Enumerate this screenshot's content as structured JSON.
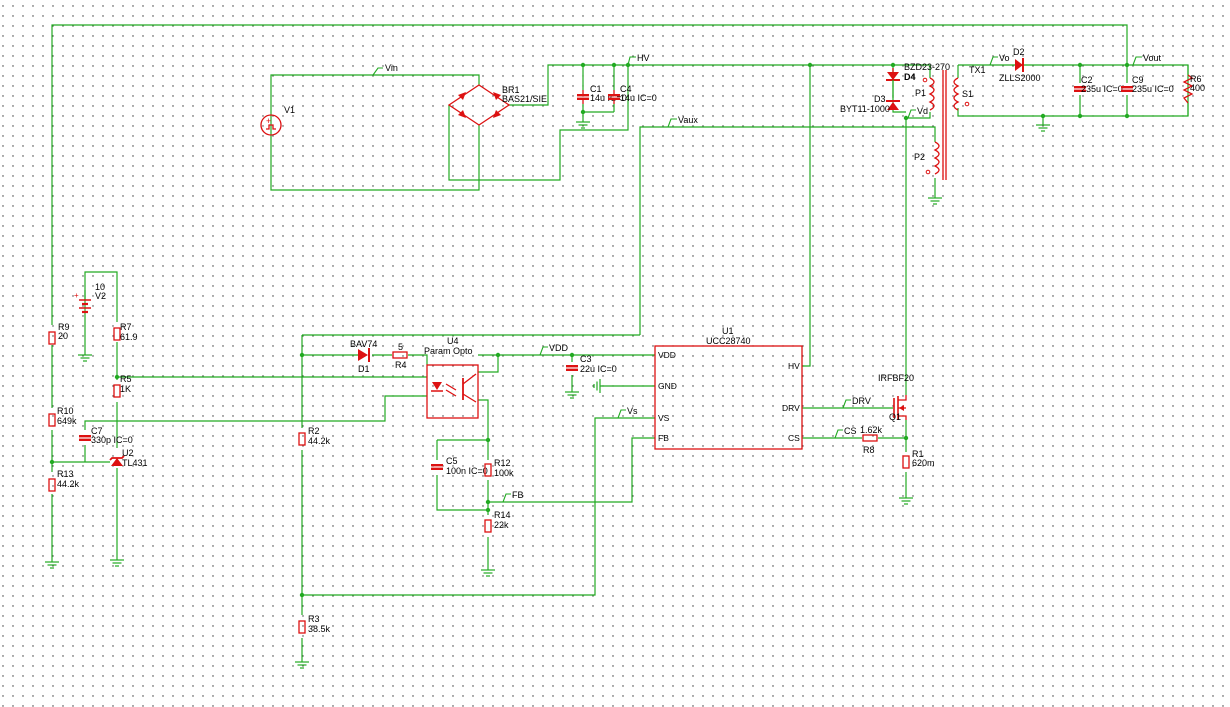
{
  "schematic": {
    "nets": {
      "vin": "Vin",
      "hv": "HV",
      "vaux": "Vaux",
      "vo": "Vo",
      "vout": "Vout",
      "vd": "Vd",
      "vdd": "VDD",
      "vs": "Vs",
      "fb": "FB",
      "drv": "DRV",
      "cs": "CS"
    },
    "components": {
      "v1": {
        "ref": "V1"
      },
      "br1": {
        "ref": "BR1",
        "value": "BAS21/SIE"
      },
      "c1": {
        "ref": "C1",
        "value": "14u IC=0"
      },
      "c4": {
        "ref": "C4",
        "value": "14u IC=0"
      },
      "d4": {
        "ref": "D4",
        "value": "BZD23-270"
      },
      "d3": {
        "ref": "D3",
        "value": "BYT11-1000"
      },
      "tx1": {
        "ref": "TX1",
        "p1": "P1",
        "p2": "P2",
        "s1": "S1"
      },
      "d2": {
        "ref": "D2",
        "value": "ZLLS2000"
      },
      "c2": {
        "ref": "C2",
        "value": "235u IC=0"
      },
      "c9": {
        "ref": "C9",
        "value": "235u IC=0"
      },
      "r6": {
        "ref": "R6",
        "value": "400"
      },
      "v2": {
        "ref": "V2",
        "value": "10"
      },
      "r9": {
        "ref": "R9",
        "value": "20"
      },
      "r7": {
        "ref": "R7",
        "value": "61.9"
      },
      "r5": {
        "ref": "R5",
        "value": "1K"
      },
      "r10": {
        "ref": "R10",
        "value": "649k"
      },
      "c7": {
        "ref": "C7",
        "value": "330p IC=0"
      },
      "u2": {
        "ref": "U2",
        "value": "TL431"
      },
      "r13": {
        "ref": "R13",
        "value": "44.2k"
      },
      "d1": {
        "ref": "D1",
        "value": "BAV74"
      },
      "r4": {
        "ref": "R4",
        "value": "5"
      },
      "u4": {
        "ref": "U4",
        "value": "Param Opto"
      },
      "r2": {
        "ref": "R2",
        "value": "44.2k"
      },
      "r3": {
        "ref": "R3",
        "value": "38.5k"
      },
      "c5": {
        "ref": "C5",
        "value": "100n IC=0"
      },
      "r12": {
        "ref": "R12",
        "value": "100k"
      },
      "r14": {
        "ref": "R14",
        "value": "22k"
      },
      "c3": {
        "ref": "C3",
        "value": "22u IC=0"
      },
      "u1": {
        "ref": "U1",
        "value": "UCC28740",
        "pins": {
          "vdd": "VDD",
          "gnd": "GND",
          "vs": "VS",
          "fb": "FB",
          "hv": "HV",
          "drv": "DRV",
          "cs": "CS"
        }
      },
      "q1": {
        "ref": "Q1",
        "value": "IRFBF20"
      },
      "r8": {
        "ref": "R8",
        "value": "1.62k"
      },
      "r1": {
        "ref": "R1",
        "value": "620m"
      }
    }
  }
}
